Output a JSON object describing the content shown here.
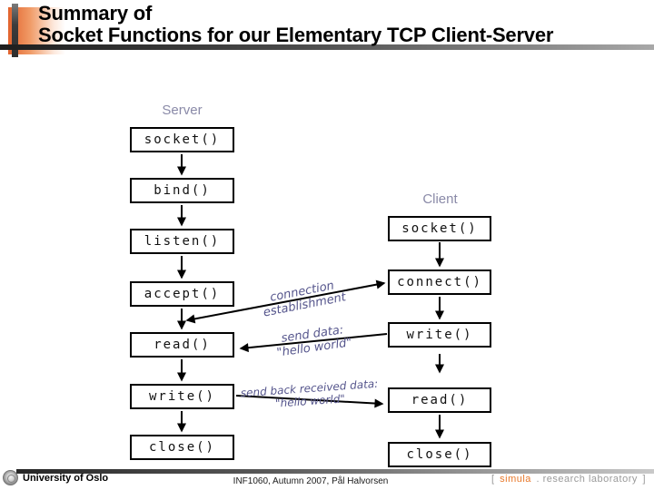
{
  "slide": {
    "title_line1": "Summary of",
    "title_line2": "Socket Functions for our Elementary TCP Client-Server"
  },
  "diagram": {
    "server_label": "Server",
    "client_label": "Client",
    "server_boxes": [
      {
        "label": "socket()"
      },
      {
        "label": "bind()"
      },
      {
        "label": "listen()"
      },
      {
        "label": "accept()"
      },
      {
        "label": "read()"
      },
      {
        "label": "write()"
      },
      {
        "label": "close()"
      }
    ],
    "client_boxes": [
      {
        "label": "socket()"
      },
      {
        "label": "connect()"
      },
      {
        "label": "write()"
      },
      {
        "label": "read()"
      },
      {
        "label": "close()"
      }
    ],
    "annotations": {
      "connection_line1": "connection",
      "connection_line2": "establishment",
      "send_data_line1": "send data:",
      "send_data_line2": "\"hello world\"",
      "send_back_line1": "send back received data:",
      "send_back_line2": "\"hello world\""
    }
  },
  "footer": {
    "university": "University of Oslo",
    "course_info": "INF1060, Autumn 2007, Pål Halvorsen",
    "lab_open": "[",
    "lab_name": "simula",
    "lab_rest": ". research laboratory",
    "lab_close": "]"
  },
  "colors": {
    "accent_orange": "#e2632d",
    "column_label": "#8a8aa8",
    "annotation": "#55558c",
    "simula_orange": "#e8792b"
  }
}
